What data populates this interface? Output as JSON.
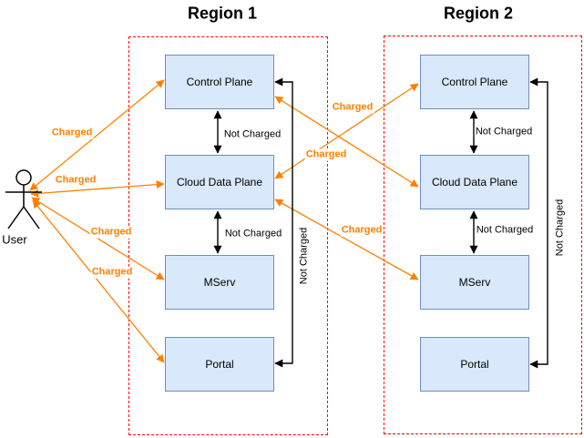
{
  "diagram": {
    "actor": {
      "label": "User"
    },
    "regions": [
      {
        "title": "Region 1",
        "nodes": [
          "Control Plane",
          "Cloud Data Plane",
          "MServ",
          "Portal"
        ]
      },
      {
        "title": "Region 2",
        "nodes": [
          "Control Plane",
          "Cloud Data Plane",
          "MServ",
          "Portal"
        ]
      }
    ],
    "arrows": {
      "user_to_region1": [
        {
          "target": "Control Plane",
          "label": "Charged"
        },
        {
          "target": "Cloud Data Plane",
          "label": "Charged"
        },
        {
          "target": "MServ",
          "label": "Charged"
        },
        {
          "target": "Portal",
          "label": "Charged"
        }
      ],
      "cross_region": [
        {
          "from": "Region 1 Cloud Data Plane",
          "to": "Region 2 Control Plane",
          "label": "Charged"
        },
        {
          "from": "Region 1 Control Plane",
          "to": "Region 2 Cloud Data Plane",
          "label": "Charged"
        },
        {
          "from": "Region 1 Cloud Data Plane",
          "to": "Region 2 MServ",
          "label": "Charged"
        }
      ],
      "intra_region": [
        {
          "region": "Region 1",
          "between": [
            "Control Plane",
            "Cloud Data Plane"
          ],
          "label": "Not Charged"
        },
        {
          "region": "Region 1",
          "between": [
            "Cloud Data Plane",
            "MServ"
          ],
          "label": "Not Charged"
        },
        {
          "region": "Region 1",
          "between": [
            "Control Plane",
            "Portal"
          ],
          "label": "Not Charged"
        },
        {
          "region": "Region 2",
          "between": [
            "Control Plane",
            "Cloud Data Plane"
          ],
          "label": "Not Charged"
        },
        {
          "region": "Region 2",
          "between": [
            "Cloud Data Plane",
            "MServ"
          ],
          "label": "Not Charged"
        },
        {
          "region": "Region 2",
          "between": [
            "Control Plane",
            "Portal"
          ],
          "label": "Not Charged"
        }
      ]
    },
    "colors": {
      "charged_accent": "#FF8000",
      "node_fill": "#DAE8FC",
      "node_border": "#6C8EBF",
      "region_border": "#FF0000",
      "neutral_line": "#000000"
    }
  }
}
